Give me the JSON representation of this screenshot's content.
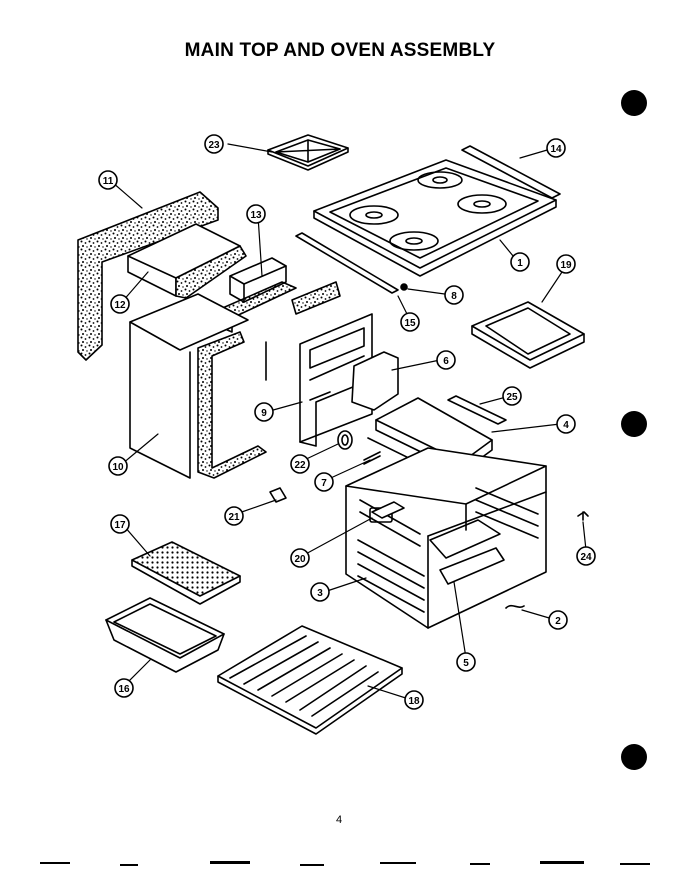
{
  "title": "MAIN TOP AND OVEN ASSEMBLY",
  "page_number": "4",
  "callouts": [
    "1",
    "2",
    "3",
    "4",
    "5",
    "6",
    "7",
    "8",
    "9",
    "10",
    "11",
    "12",
    "13",
    "14",
    "15",
    "16",
    "17",
    "18",
    "19",
    "20",
    "21",
    "22",
    "23",
    "24",
    "25"
  ]
}
